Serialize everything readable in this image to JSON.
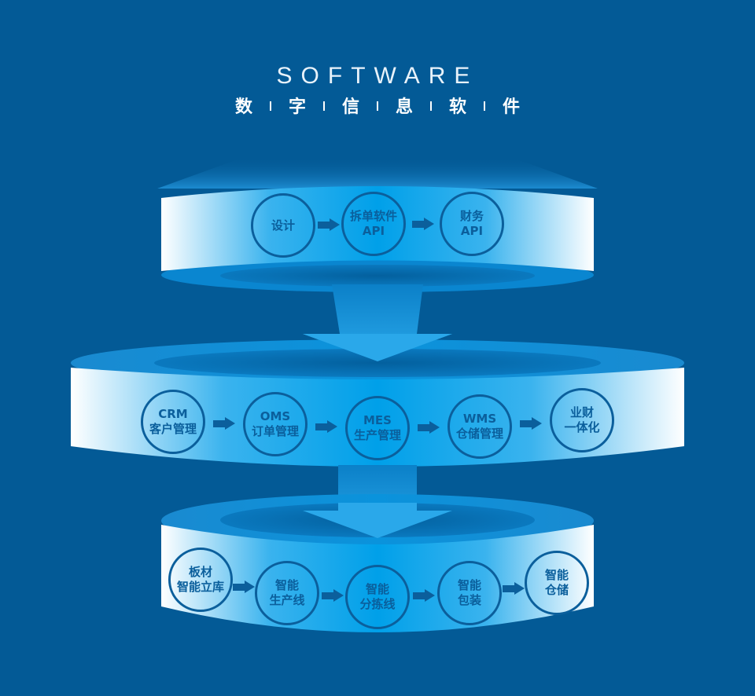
{
  "title": {
    "en": "SOFTWARE",
    "cn_chars": [
      "数",
      "字",
      "信",
      "息",
      "软",
      "件"
    ]
  },
  "colors": {
    "background": "#035a96",
    "band_center": "#00a0e9",
    "band_edge": "#ffffff",
    "node": "#0b5f9c"
  },
  "tiers": [
    {
      "name": "top",
      "nodes": [
        {
          "line1": "设计",
          "line2": ""
        },
        {
          "line1": "拆单软件",
          "line2": "API"
        },
        {
          "line1": "财务",
          "line2": "API"
        }
      ]
    },
    {
      "name": "middle",
      "nodes": [
        {
          "line1": "CRM",
          "line2": "客户管理"
        },
        {
          "line1": "OMS",
          "line2": "订单管理"
        },
        {
          "line1": "MES",
          "line2": "生产管理"
        },
        {
          "line1": "WMS",
          "line2": "仓储管理"
        },
        {
          "line1": "业财",
          "line2": "一体化"
        }
      ]
    },
    {
      "name": "bottom",
      "nodes": [
        {
          "line1": "板材",
          "line2": "智能立库"
        },
        {
          "line1": "智能",
          "line2": "生产线"
        },
        {
          "line1": "智能",
          "line2": "分拣线"
        },
        {
          "line1": "智能",
          "line2": "包装"
        },
        {
          "line1": "智能",
          "line2": "仓储"
        }
      ]
    }
  ]
}
